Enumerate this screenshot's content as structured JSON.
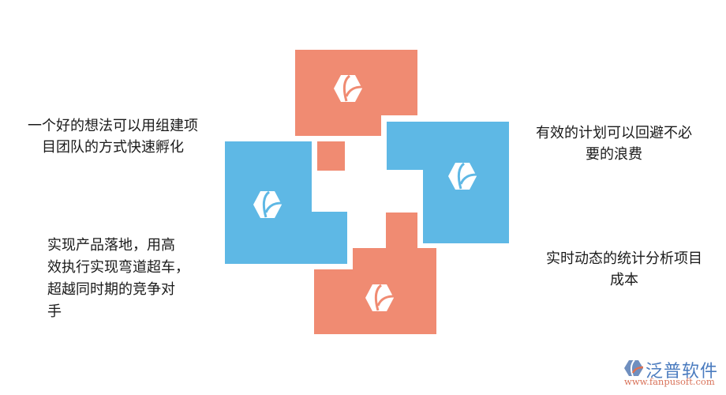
{
  "diagram": {
    "colors": {
      "salmon": "#f08b72",
      "blue": "#5eb8e5",
      "text": "#1a1a1a"
    },
    "blocks": [
      {
        "id": "top",
        "color": "salmon",
        "icon": "fanpu-leaf-hexagon-icon"
      },
      {
        "id": "left",
        "color": "blue",
        "icon": "fanpu-leaf-hexagon-icon"
      },
      {
        "id": "right",
        "color": "blue",
        "icon": "fanpu-leaf-hexagon-icon"
      },
      {
        "id": "bottom",
        "color": "salmon",
        "icon": "fanpu-leaf-hexagon-icon"
      }
    ],
    "labels": {
      "top_left": {
        "line1": "一个好的想法可以用组建项",
        "line2": "目团队的方式快速孵化"
      },
      "top_right": {
        "line1": "有效的计划可以回避不必",
        "line2": "要的浪费"
      },
      "bottom_left": {
        "line1": "实现产品落地，用高",
        "line2": "效执行实现弯道超车，",
        "line3": "超越同时期的竞争对",
        "line4": "手"
      },
      "bottom_right": {
        "line1": "实时动态的统计分析项目",
        "line2": "成本"
      }
    }
  },
  "watermark": {
    "brand": "泛普软件",
    "url": "www.fanpusoft.com"
  }
}
